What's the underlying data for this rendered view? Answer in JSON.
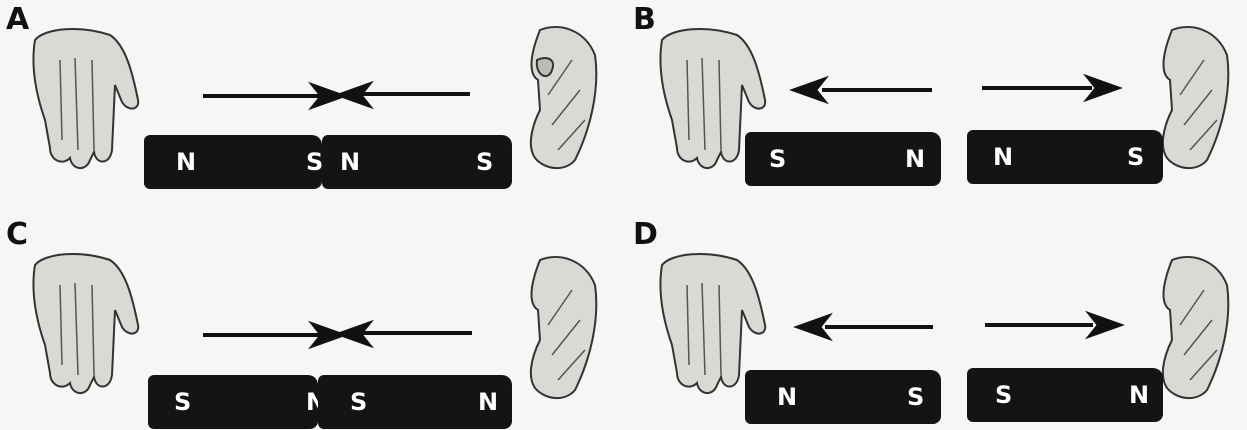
{
  "panels": [
    {
      "label": "A",
      "magnets": [
        {
          "left": "N",
          "right": "S"
        },
        {
          "left": "N",
          "right": "S"
        }
      ]
    },
    {
      "label": "B",
      "magnets": [
        {
          "left": "S",
          "right": "N"
        },
        {
          "left": "N",
          "right": "S"
        }
      ]
    },
    {
      "label": "C",
      "magnets": [
        {
          "left": "S",
          "right": "N"
        },
        {
          "left": "S",
          "right": "N"
        }
      ]
    },
    {
      "label": "D",
      "magnets": [
        {
          "left": "N",
          "right": "S"
        },
        {
          "left": "S",
          "right": "N"
        }
      ]
    }
  ],
  "colors": {
    "magnet": "#141414",
    "arrow": "#111111",
    "pole_text": "#ffffff"
  }
}
